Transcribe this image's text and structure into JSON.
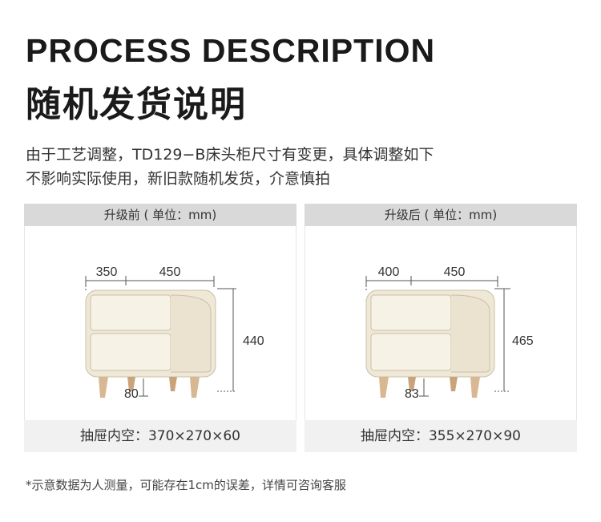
{
  "header": {
    "title_en": "PROCESS DESCRIPTION",
    "title_cn": "随机发货说明"
  },
  "description": {
    "line1": "由于工艺调整，TD129−B床头柜尺寸有变更，具体调整如下",
    "line2": "不影响实际使用，新旧款随机发货，介意慎拍"
  },
  "before": {
    "header": "升级前 ( 单位：mm)",
    "depth": "350",
    "width": "450",
    "height": "440",
    "leg": "80",
    "drawer": "抽屉内空：370×270×60"
  },
  "after": {
    "header": "升级后 ( 单位：mm)",
    "depth": "400",
    "width": "450",
    "height": "465",
    "leg": "83",
    "drawer": "抽屉内空：355×270×90"
  },
  "footnote": "*示意数据为人测量，可能存在1cm的误差，详情可咨询客服",
  "colors": {
    "cabinet": "#efe8d6",
    "legs": "#d8b892",
    "header_bar": "#d9d9d9",
    "panel_bg": "#f1f1f1"
  }
}
